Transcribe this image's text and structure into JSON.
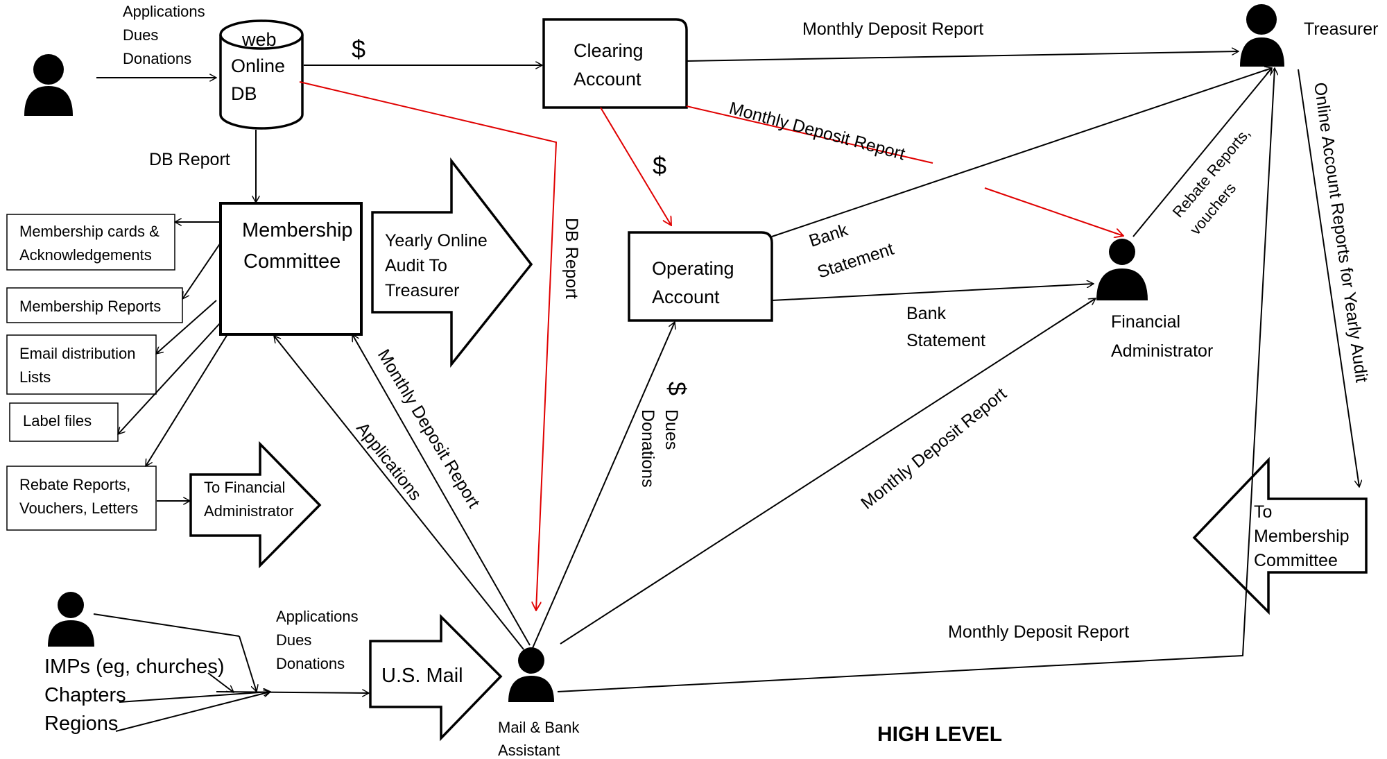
{
  "labels": {
    "web": "web",
    "online": "Online",
    "db": "DB",
    "inflow_1": "Applications",
    "inflow_2": "Dues",
    "inflow_3": "Donations",
    "dollar": "$",
    "clearing_1": "Clearing",
    "clearing_2": "Account",
    "operating_1": "Operating",
    "operating_2": "Account",
    "treasurer": "Treasurer",
    "monthly_deposit_report": "Monthly Deposit  Report",
    "monthly_deposit_report_2": "Monthly Deposit Report",
    "db_report": "DB Report",
    "membership_1": "Membership",
    "membership_2": "Committee",
    "audit_1": "Yearly Online",
    "audit_2": "Audit To",
    "audit_3": "Treasurer",
    "out_cards_1": "Membership cards &",
    "out_cards_2": "Acknowledgements",
    "out_reports": "Membership Reports",
    "out_email_1": "Email distribution",
    "out_email_2": "Lists",
    "out_label": "Label files",
    "out_rebate_1": "Rebate  Reports,",
    "out_rebate_2": "Vouchers, Letters",
    "to_fa_1": "To Financial",
    "to_fa_2": "Administrator",
    "bank_1": "Bank",
    "bank_2": "Statement",
    "fa_1": "Financial",
    "fa_2": "Administrator",
    "rebate_vouch_1": "Rebate Reports,",
    "rebate_vouch_2": "vouchers",
    "online_yearly": "Online Account Reports for Yearly Audit",
    "to_mc_1": "To",
    "to_mc_2": "Membership",
    "to_mc_3": "Committee",
    "dues": "Dues",
    "donations": "Donations",
    "applications": "Applications",
    "imps": "IMPs (eg, churches)",
    "chapters": "Chapters",
    "regions": "Regions",
    "mail_in_1": "Applications",
    "mail_in_2": "Dues",
    "mail_in_3": "Donations",
    "us_mail": "U.S. Mail",
    "mba_1": "Mail & Bank",
    "mba_2": "Assistant",
    "high_level": "HIGH   LEVEL"
  },
  "colors": {
    "line": "#000000",
    "red_flow": "#e00000",
    "background": "#ffffff"
  }
}
